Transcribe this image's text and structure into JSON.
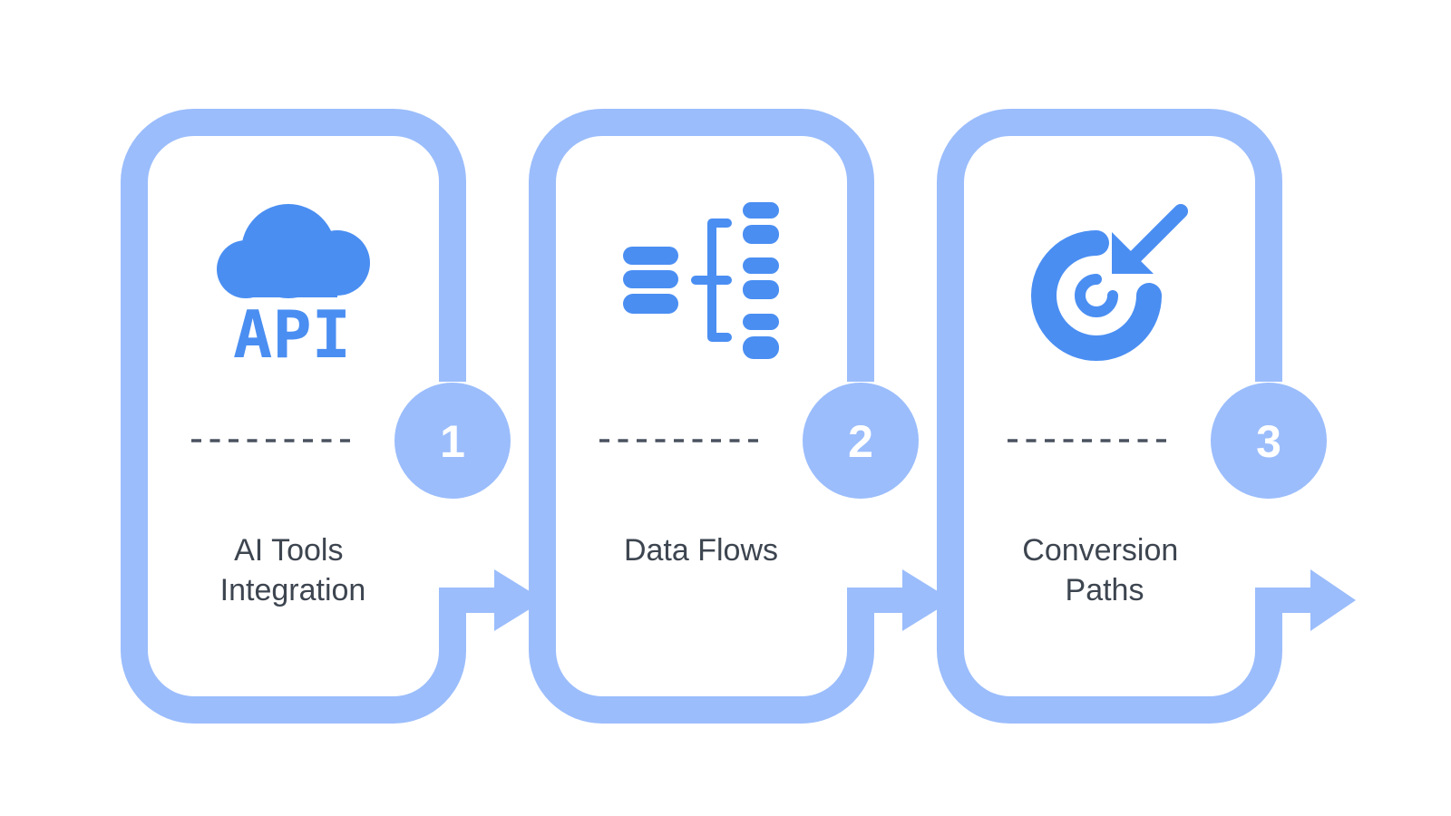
{
  "colors": {
    "frame": "#9bbdfc",
    "icon": "#4a8ef2",
    "text": "#3d4550",
    "divider": "#4a5260",
    "number": "#ffffff"
  },
  "steps": [
    {
      "number": "1",
      "label_lines": [
        "AI Tools",
        "Integration"
      ],
      "icon": "cloud-api-icon",
      "icon_text": "API"
    },
    {
      "number": "2",
      "label_lines": [
        "Data Flows"
      ],
      "icon": "database-flow-icon"
    },
    {
      "number": "3",
      "label_lines": [
        "Conversion",
        "Paths"
      ],
      "icon": "target-arrow-icon"
    }
  ]
}
